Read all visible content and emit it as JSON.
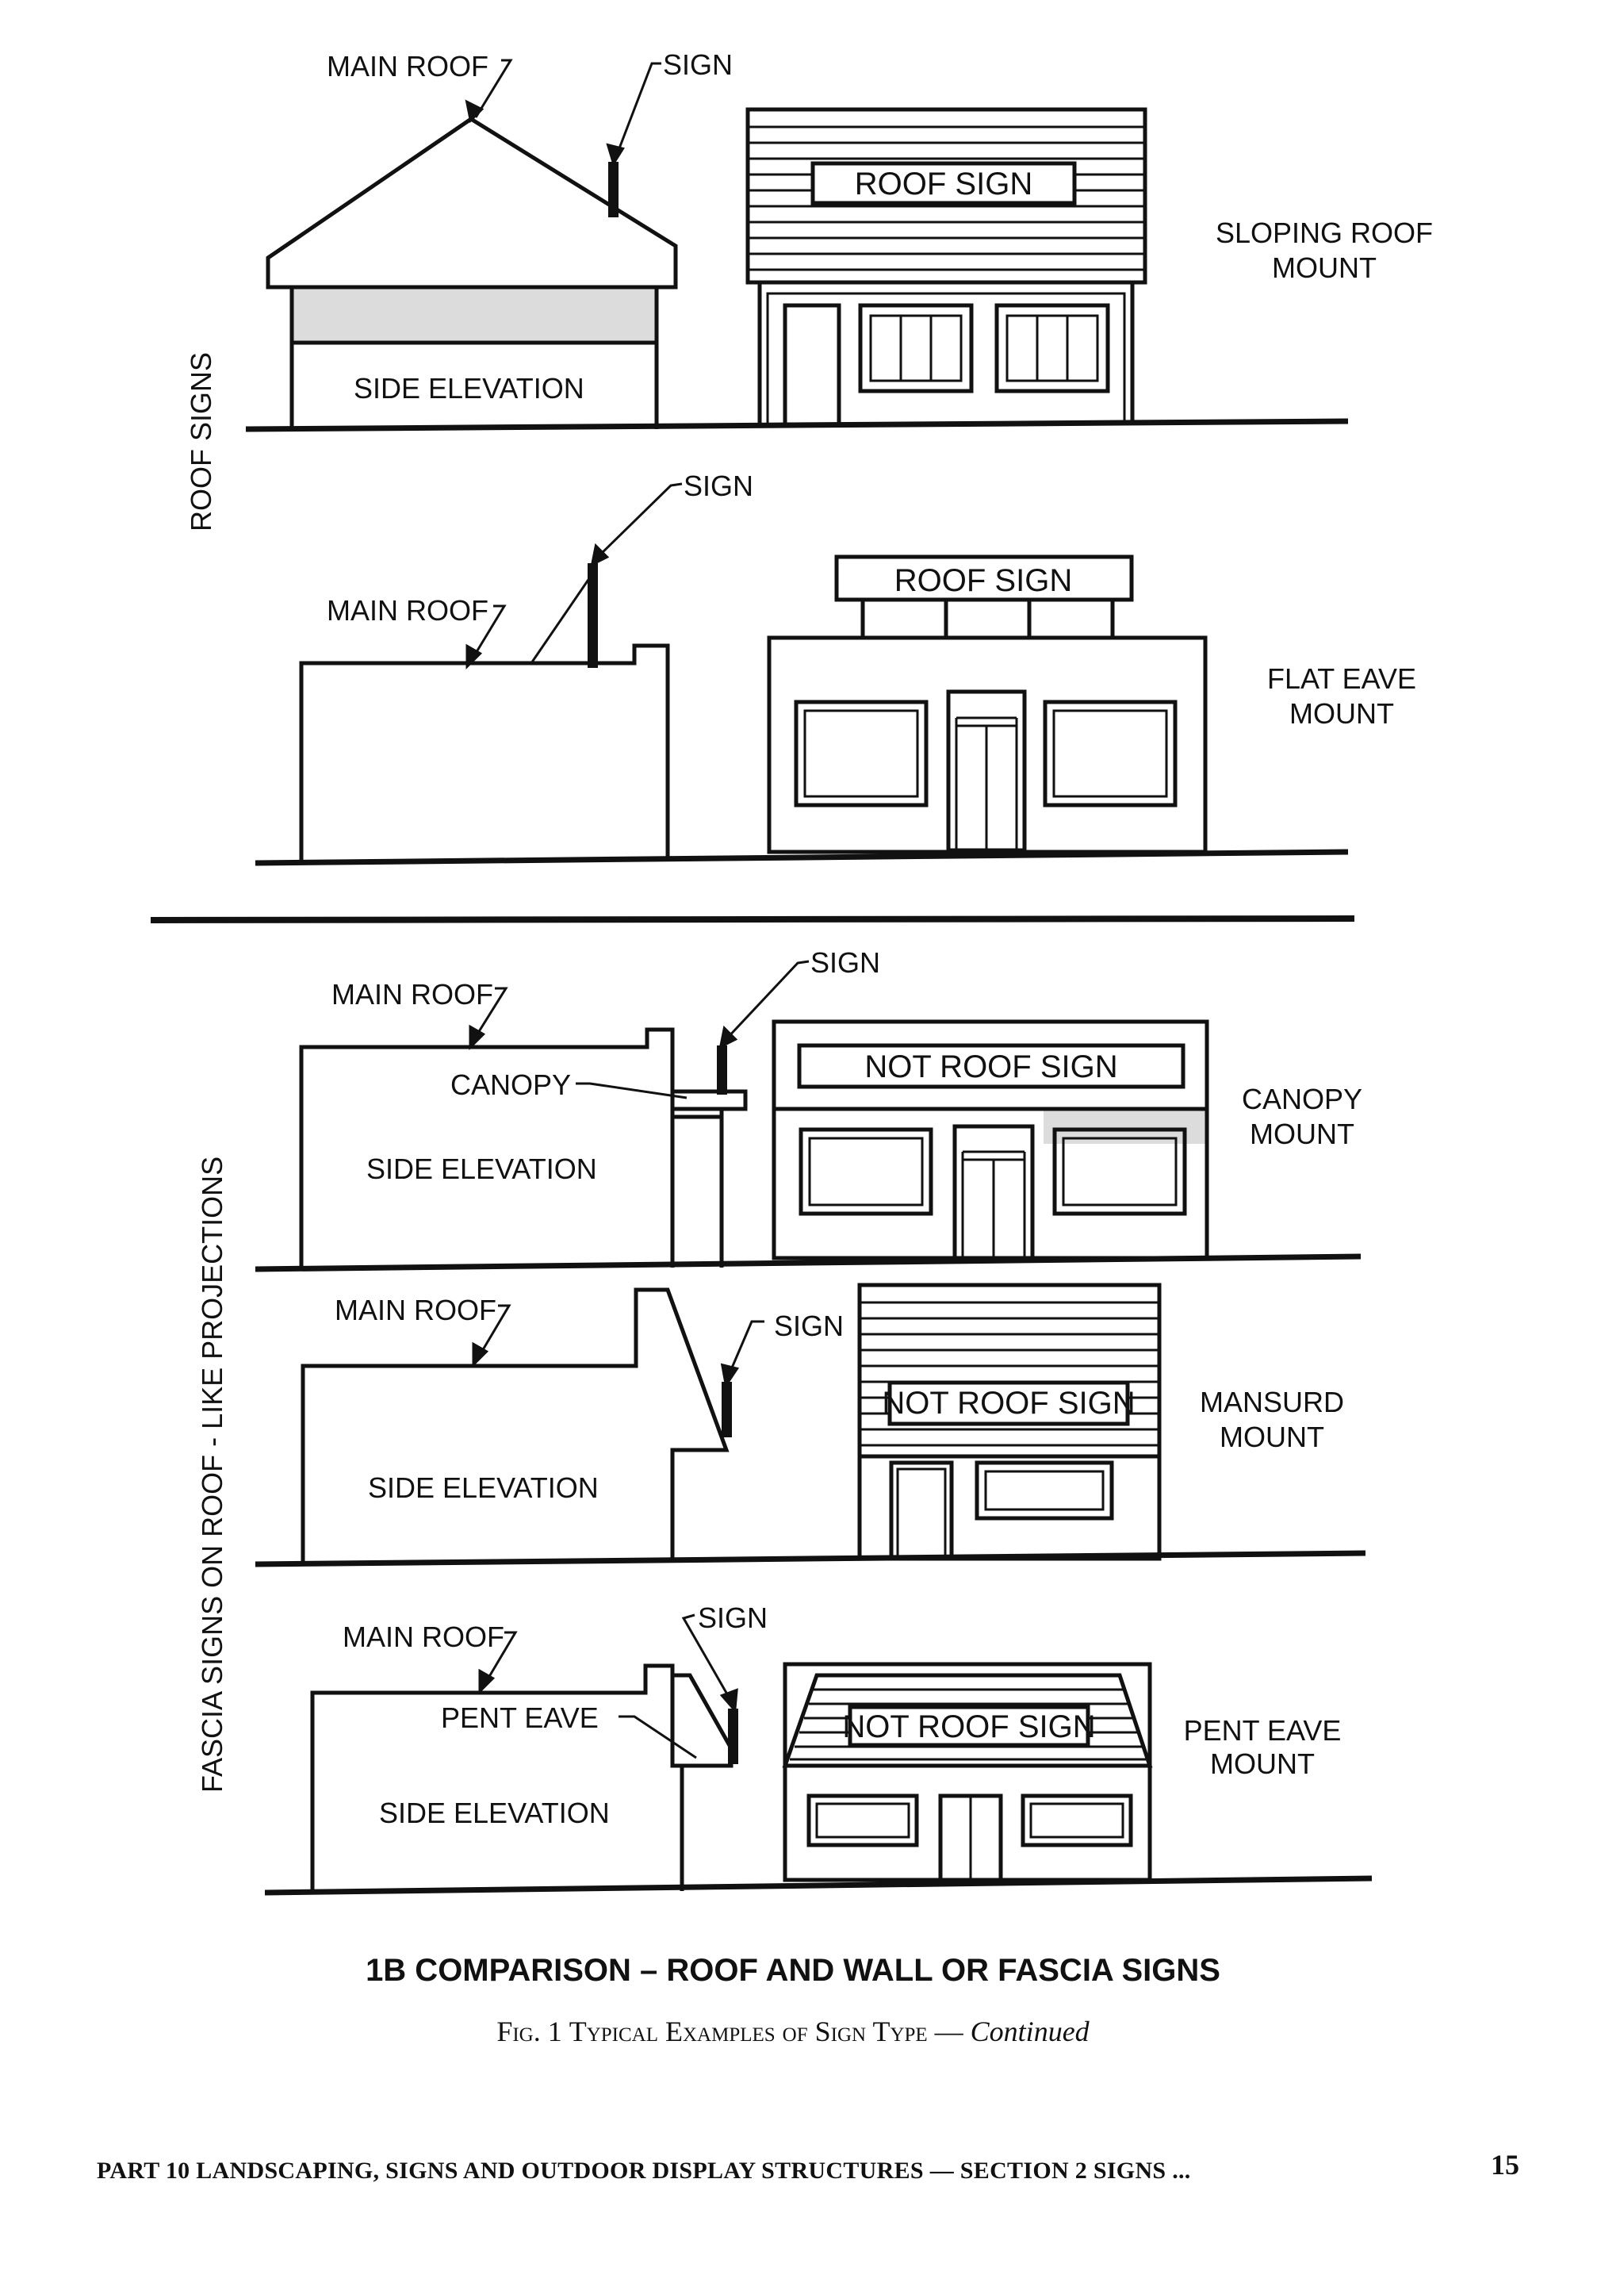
{
  "section_labels": {
    "roof_signs": "ROOF SIGNS",
    "fascia_signs": "FASCIA SIGNS ON ROOF - LIKE PROJECTIONS"
  },
  "callouts": {
    "main_roof": "MAIN ROOF",
    "sign": "SIGN",
    "side_elevation": "SIDE ELEVATION",
    "canopy": "CANOPY",
    "pent_eave": "PENT EAVE"
  },
  "sign_text": {
    "roof_sign": "ROOF SIGN",
    "not_roof_sign": "NOT ROOF SIGN"
  },
  "mount_types": {
    "sloping_roof_1": "SLOPING ROOF",
    "sloping_roof_2": "MOUNT",
    "flat_eave_1": "FLAT EAVE",
    "flat_eave_2": "MOUNT",
    "canopy_1": "CANOPY",
    "canopy_2": "MOUNT",
    "mansurd_1": "MANSURD",
    "mansurd_2": "MOUNT",
    "pent_eave_1": "PENT EAVE",
    "pent_eave_2": "MOUNT"
  },
  "caption": {
    "title": "1B COMPARISON – ROOF AND WALL OR FASCIA SIGNS",
    "fig_label": "Fig. 1",
    "fig_text": "Typical Examples of Sign Type",
    "dash": "—",
    "continued": "Continued"
  },
  "footer": {
    "text": "PART 10 LANDSCAPING, SIGNS AND OUTDOOR DISPLAY STRUCTURES — SECTION 2 SIGNS ...",
    "page_number": "15"
  }
}
